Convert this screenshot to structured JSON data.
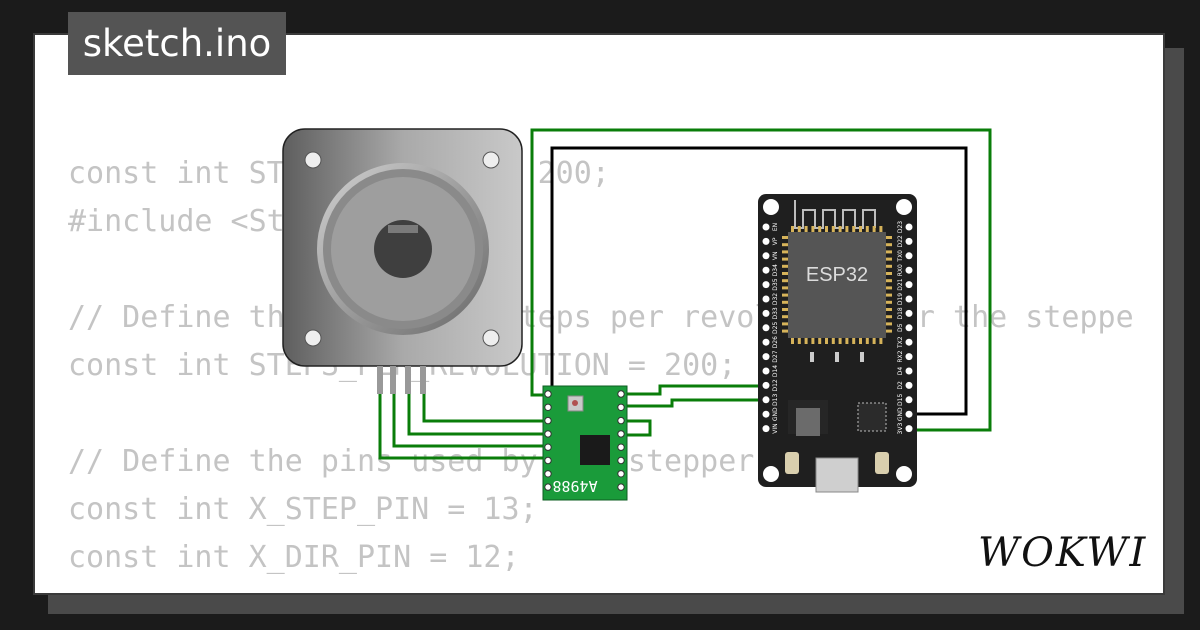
{
  "tab": {
    "filename": "sketch.ino"
  },
  "code_lines": [
    "const int STEPS_PER_REV = 200;",
    "#include <Stepper.h>",
    "",
    "// Define the number of steps per revolution for the stepper",
    "const int STEPS_PER_REVOLUTION = 200;",
    "",
    "// Define the pins used by the stepper driver",
    "const int X_STEP_PIN = 13;",
    "const int X_DIR_PIN = 12;"
  ],
  "components": {
    "driver_label": "A4988",
    "mcu_label": "ESP32"
  },
  "esp32_pins_left": [
    "EN",
    "VP",
    "VN",
    "D34",
    "D35",
    "D32",
    "D33",
    "D25",
    "D26",
    "D27",
    "D14",
    "D12",
    "D13",
    "GND",
    "VIN"
  ],
  "esp32_pins_right": [
    "D23",
    "D22",
    "TX0",
    "RX0",
    "D21",
    "D19",
    "D18",
    "D5",
    "TX2",
    "RX2",
    "D4",
    "D2",
    "D15",
    "GND",
    "3V3"
  ],
  "brand": {
    "logo_text": "WOKWI"
  },
  "colors": {
    "wire_green": "#0a7d0a",
    "wire_black": "#000000",
    "board_green": "#1a9b3a",
    "board_dark": "#1f1f1f"
  }
}
